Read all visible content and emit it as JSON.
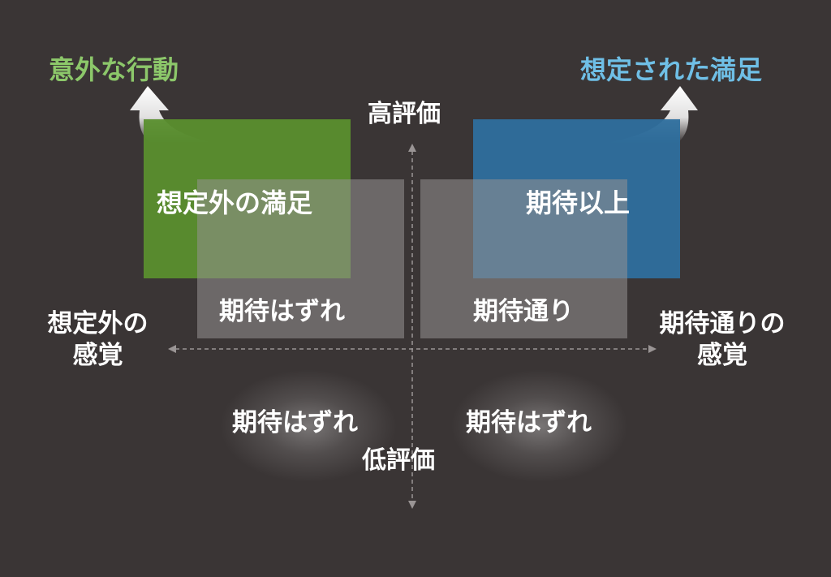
{
  "colors": {
    "background": "#3a3535",
    "green_box": "#5a8f2e",
    "blue_box": "#2e6f9e",
    "gray_box": "#8a8585",
    "green_text": "#8cc76a",
    "blue_text": "#6fbfe6",
    "axis": "#9a9595"
  },
  "axis": {
    "top": "高評価",
    "bottom": "低評価",
    "left_line1": "想定外の",
    "left_line2": "感覚",
    "right_line1": "期待通りの",
    "right_line2": "感覚"
  },
  "corner": {
    "top_left": "意外な行動",
    "top_right": "想定された満足"
  },
  "boxes": {
    "green": "想定外の満足",
    "blue": "期待以上",
    "gray_left": "期待はずれ",
    "gray_right": "期待通り"
  },
  "lower": {
    "left": "期待はずれ",
    "right": "期待はずれ"
  },
  "icons": {
    "arrow_left": "arrow-up-left-icon",
    "arrow_right": "arrow-up-right-icon"
  }
}
